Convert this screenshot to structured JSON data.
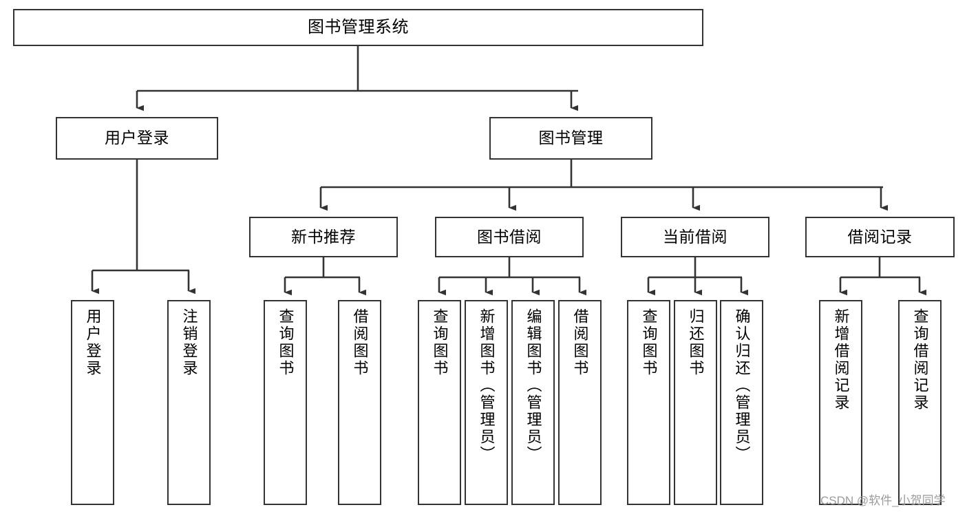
{
  "diagram": {
    "title": "图书管理系统",
    "type": "tree-hierarchy",
    "background_color": "#ffffff",
    "box_border_color": "#333333",
    "box_fill_color": "#ffffff",
    "connector_color": "#333333"
  },
  "nodes": {
    "root": {
      "label": "图书管理系统",
      "level": 1,
      "orientation": "horizontal"
    },
    "level2": [
      {
        "id": "user-login",
        "label": "用户登录",
        "orientation": "horizontal"
      },
      {
        "id": "book-management",
        "label": "图书管理",
        "orientation": "horizontal"
      }
    ],
    "level3": [
      {
        "id": "new-book-recommend",
        "label": "新书推荐",
        "orientation": "horizontal",
        "parent": "book-management"
      },
      {
        "id": "book-borrow",
        "label": "图书借阅",
        "orientation": "horizontal",
        "parent": "book-management"
      },
      {
        "id": "current-borrow",
        "label": "当前借阅",
        "orientation": "horizontal",
        "parent": "book-management"
      },
      {
        "id": "borrow-record",
        "label": "借阅记录",
        "orientation": "horizontal",
        "parent": "book-management"
      }
    ],
    "leaves": [
      {
        "id": "leaf-user-login",
        "label": "用户登录",
        "orientation": "vertical",
        "parent": "user-login"
      },
      {
        "id": "leaf-user-logout",
        "label": "注销登录",
        "orientation": "vertical",
        "parent": "user-login"
      },
      {
        "id": "leaf-query-book-1",
        "label": "查询图书",
        "orientation": "vertical",
        "parent": "new-book-recommend"
      },
      {
        "id": "leaf-borrow-book-1",
        "label": "借阅图书",
        "orientation": "vertical",
        "parent": "new-book-recommend"
      },
      {
        "id": "leaf-query-book-2",
        "label": "查询图书",
        "orientation": "vertical",
        "parent": "book-borrow"
      },
      {
        "id": "leaf-add-book",
        "label": "新增图书（管理员）",
        "orientation": "vertical",
        "parent": "book-borrow"
      },
      {
        "id": "leaf-edit-book",
        "label": "编辑图书（管理员）",
        "orientation": "vertical",
        "parent": "book-borrow"
      },
      {
        "id": "leaf-borrow-book-2",
        "label": "借阅图书",
        "orientation": "vertical",
        "parent": "book-borrow"
      },
      {
        "id": "leaf-query-book-3",
        "label": "查询图书",
        "orientation": "vertical",
        "parent": "current-borrow"
      },
      {
        "id": "leaf-return-book",
        "label": "归还图书",
        "orientation": "vertical",
        "parent": "current-borrow"
      },
      {
        "id": "leaf-confirm-return",
        "label": "确认归还（管理员）",
        "orientation": "vertical",
        "parent": "current-borrow"
      },
      {
        "id": "leaf-add-record",
        "label": "新增借阅记录",
        "orientation": "vertical",
        "parent": "borrow-record"
      },
      {
        "id": "leaf-query-record",
        "label": "查询借阅记录",
        "orientation": "vertical",
        "parent": "borrow-record"
      }
    ]
  },
  "watermark": {
    "text": "CSDN @软件_小贺同学"
  }
}
